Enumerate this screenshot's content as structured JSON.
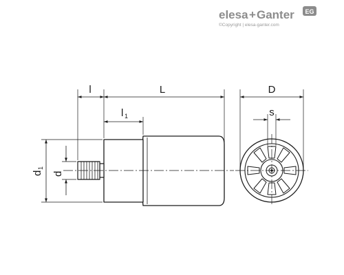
{
  "brand": {
    "name_left": "elesa",
    "name_plus": "+",
    "name_right": "Ganter",
    "copyright": "©Copyright | elesa-ganter.com",
    "badge": "EG",
    "logo_color": "#8c8c8c"
  },
  "dimensions": {
    "l": "l",
    "L": "L",
    "l1": "l",
    "l1_sub": "1",
    "d1": "d",
    "d1_sub": "1",
    "d": "d",
    "D": "D",
    "s": "s"
  },
  "colors": {
    "line": "#1a1a1a",
    "part_fill": "#ffffff"
  }
}
